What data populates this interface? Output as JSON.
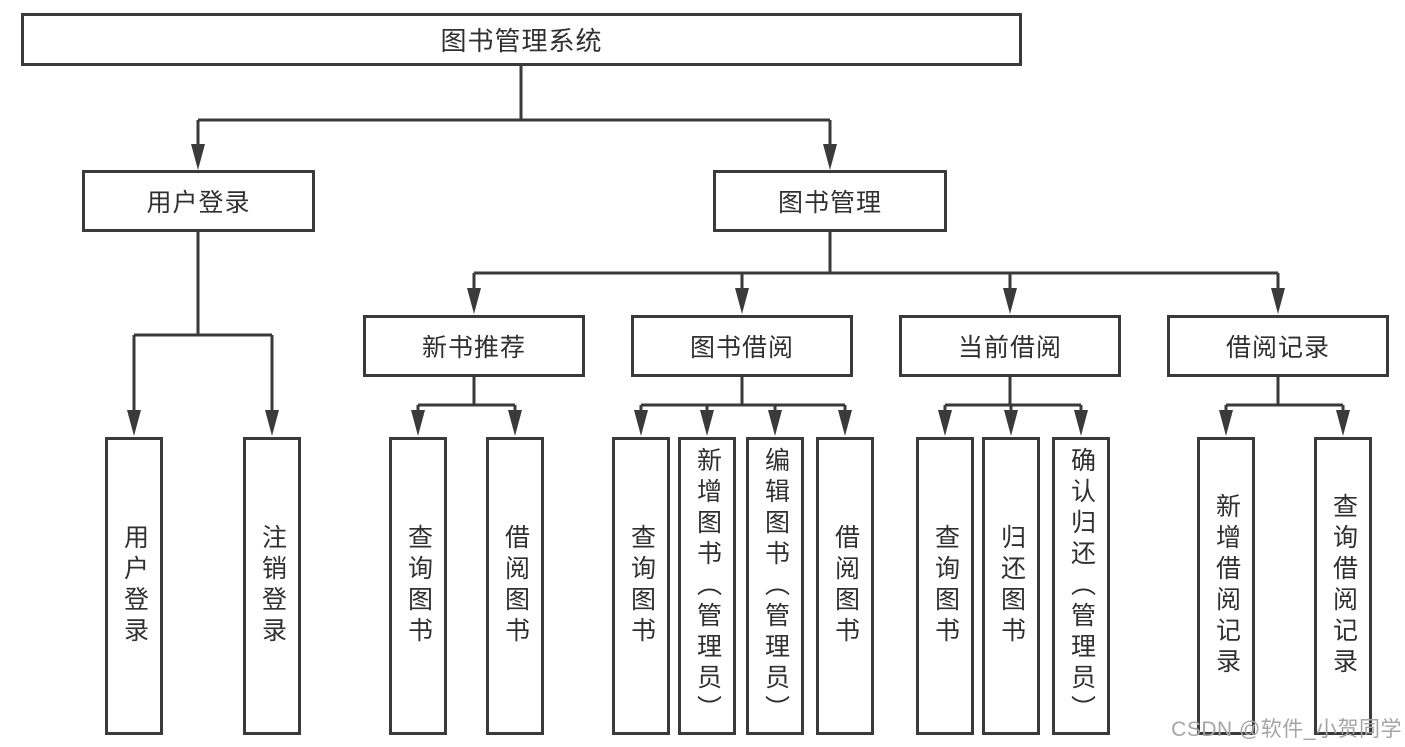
{
  "tree": {
    "label": "图书管理系统",
    "children": [
      {
        "label": "用户登录",
        "children": [
          {
            "label": "用户登录"
          },
          {
            "label": "注销登录"
          }
        ]
      },
      {
        "label": "图书管理",
        "children": [
          {
            "label": "新书推荐",
            "children": [
              {
                "label": "查询图书"
              },
              {
                "label": "借阅图书"
              }
            ]
          },
          {
            "label": "图书借阅",
            "children": [
              {
                "label": "查询图书"
              },
              {
                "label": "新增图书（管理员）"
              },
              {
                "label": "编辑图书（管理员）"
              },
              {
                "label": "借阅图书"
              }
            ]
          },
          {
            "label": "当前借阅",
            "children": [
              {
                "label": "查询图书"
              },
              {
                "label": "归还图书"
              },
              {
                "label": "确认归还（管理员）"
              }
            ]
          },
          {
            "label": "借阅记录",
            "children": [
              {
                "label": "新增借阅记录"
              },
              {
                "label": "查询借阅记录"
              }
            ]
          }
        ]
      }
    ]
  },
  "colors": {
    "line": "#3a3a3a",
    "text": "#303030",
    "watermark": "#a5a5a5"
  },
  "watermark": "CSDN @软件_小贺同学"
}
